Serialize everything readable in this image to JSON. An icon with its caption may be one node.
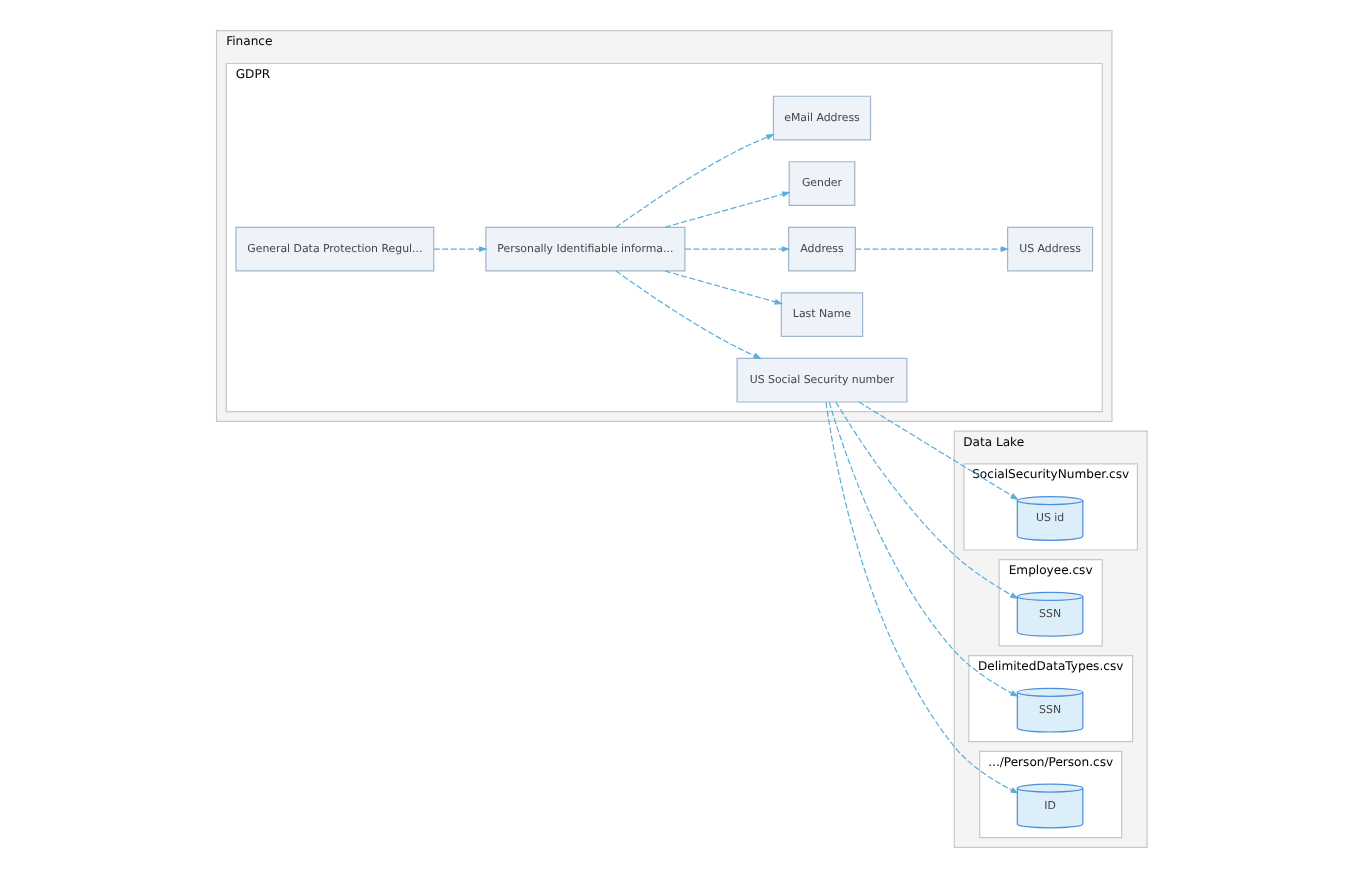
{
  "diagram": {
    "nodes": [
      {
        "text": [
          "Finance"
        ]
      },
      {
        "text": [
          "GDPR"
        ],
        "in": 0
      },
      {
        "text": [
          "General Data Protection Regul..."
        ],
        "in": 1
      },
      {
        "text": [
          "Personally Identifiable informa..."
        ],
        "in": 1
      },
      {
        "text": [
          "US Social Security number"
        ],
        "in": 1
      },
      {
        "text": [
          "Last Name"
        ],
        "in": 1
      },
      {
        "text": [
          "Address"
        ],
        "in": 1
      },
      {
        "text": [
          "Gender"
        ],
        "in": 1
      },
      {
        "text": [
          "eMail Address"
        ],
        "in": 1
      },
      {
        "text": [
          "US Address"
        ],
        "in": 1
      },
      {
        "text": [
          "Data Lake"
        ]
      },
      {
        "text": [
          "SocialSecurityNumber.csv"
        ],
        "in": 10
      },
      {
        "text": [
          "US id"
        ],
        "in": 11
      },
      {
        "text": [
          "Employee.csv"
        ],
        "in": 10
      },
      {
        "text": [
          "SSN"
        ],
        "in": 13
      },
      {
        "text": [
          "DelimitedDataTypes.csv"
        ],
        "in": 10
      },
      {
        "text": [
          "SSN"
        ],
        "in": 15
      },
      {
        "text": [
          ".../Person/Person.csv"
        ],
        "in": 10
      },
      {
        "text": [
          "ID"
        ],
        "in": 17
      }
    ],
    "edges": [
      {
        "from": 2,
        "to": 3,
        "arrow": "to",
        "style": "dashed"
      },
      {
        "from": 3,
        "to": 4,
        "arrow": "to",
        "style": "dashed"
      },
      {
        "from": 3,
        "to": 5,
        "arrow": "to",
        "style": "dashed"
      },
      {
        "from": 3,
        "to": 6,
        "arrow": "to",
        "style": "dashed"
      },
      {
        "from": 3,
        "to": 7,
        "arrow": "to",
        "style": "dashed"
      },
      {
        "from": 3,
        "to": 8,
        "arrow": "to",
        "style": "dashed"
      },
      {
        "from": 6,
        "to": 9,
        "arrow": "to",
        "style": "dashed"
      },
      {
        "from": 4,
        "to": 12,
        "arrow": "to",
        "style": "dashed"
      },
      {
        "from": 4,
        "to": 14,
        "arrow": "to",
        "style": "dashed"
      },
      {
        "from": 4,
        "to": 16,
        "arrow": "to",
        "style": "dashed"
      },
      {
        "from": 4,
        "to": 18,
        "arrow": "to",
        "style": "dashed"
      }
    ]
  }
}
